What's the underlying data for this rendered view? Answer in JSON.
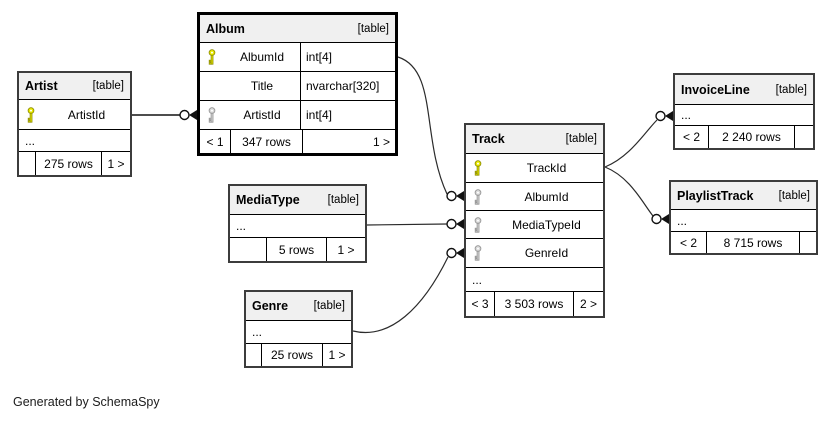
{
  "diagram": {
    "credit": "Generated by SchemaSpy",
    "badge": "[table]"
  },
  "colors": {
    "header_bg": "#f0f0f0",
    "table_border": "#3c3c3c",
    "highlight_border": "#000000",
    "primary_key": "#e9e900",
    "foreign_key": "#d9d9d9",
    "edge_line": "#2b2b2b"
  },
  "tables": {
    "artist": {
      "name": "Artist",
      "badge": "[table]",
      "columns": [
        {
          "name": "ArtistId",
          "key": "primary"
        }
      ],
      "ellipsis": "...",
      "footer": {
        "left": "",
        "center": "275 rows",
        "right": "1 >"
      }
    },
    "album": {
      "name": "Album",
      "badge": "[table]",
      "columns": [
        {
          "name": "AlbumId",
          "type": "int[4]",
          "key": "primary"
        },
        {
          "name": "Title",
          "type": "nvarchar[320]",
          "key": "none"
        },
        {
          "name": "ArtistId",
          "type": "int[4]",
          "key": "foreign"
        }
      ],
      "footer": {
        "left": "< 1",
        "center": "347 rows",
        "right": "1 >"
      }
    },
    "mediatype": {
      "name": "MediaType",
      "badge": "[table]",
      "columns": [],
      "ellipsis": "...",
      "footer": {
        "left": "",
        "center": "5 rows",
        "right": "1 >"
      }
    },
    "genre": {
      "name": "Genre",
      "badge": "[table]",
      "columns": [],
      "ellipsis": "...",
      "footer": {
        "left": "",
        "center": "25 rows",
        "right": "1 >"
      }
    },
    "track": {
      "name": "Track",
      "badge": "[table]",
      "columns": [
        {
          "name": "TrackId",
          "key": "primary"
        },
        {
          "name": "AlbumId",
          "key": "foreign"
        },
        {
          "name": "MediaTypeId",
          "key": "foreign"
        },
        {
          "name": "GenreId",
          "key": "foreign"
        }
      ],
      "ellipsis": "...",
      "footer": {
        "left": "< 3",
        "center": "3 503 rows",
        "right": "2 >"
      }
    },
    "invoiceline": {
      "name": "InvoiceLine",
      "badge": "[table]",
      "columns": [],
      "ellipsis": "...",
      "footer": {
        "left": "< 2",
        "center": "2 240 rows",
        "right": ""
      }
    },
    "playlisttrack": {
      "name": "PlaylistTrack",
      "badge": "[table]",
      "columns": [],
      "ellipsis": "...",
      "footer": {
        "left": "< 2",
        "center": "8 715 rows",
        "right": ""
      }
    }
  },
  "relationships": [
    {
      "from": "Artist.ArtistId",
      "to": "Album.ArtistId"
    },
    {
      "from": "Album.AlbumId",
      "to": "Track.AlbumId"
    },
    {
      "from": "MediaType",
      "to": "Track.MediaTypeId"
    },
    {
      "from": "Genre",
      "to": "Track.GenreId"
    },
    {
      "from": "Track.TrackId",
      "to": "InvoiceLine"
    },
    {
      "from": "Track.TrackId",
      "to": "PlaylistTrack"
    }
  ]
}
